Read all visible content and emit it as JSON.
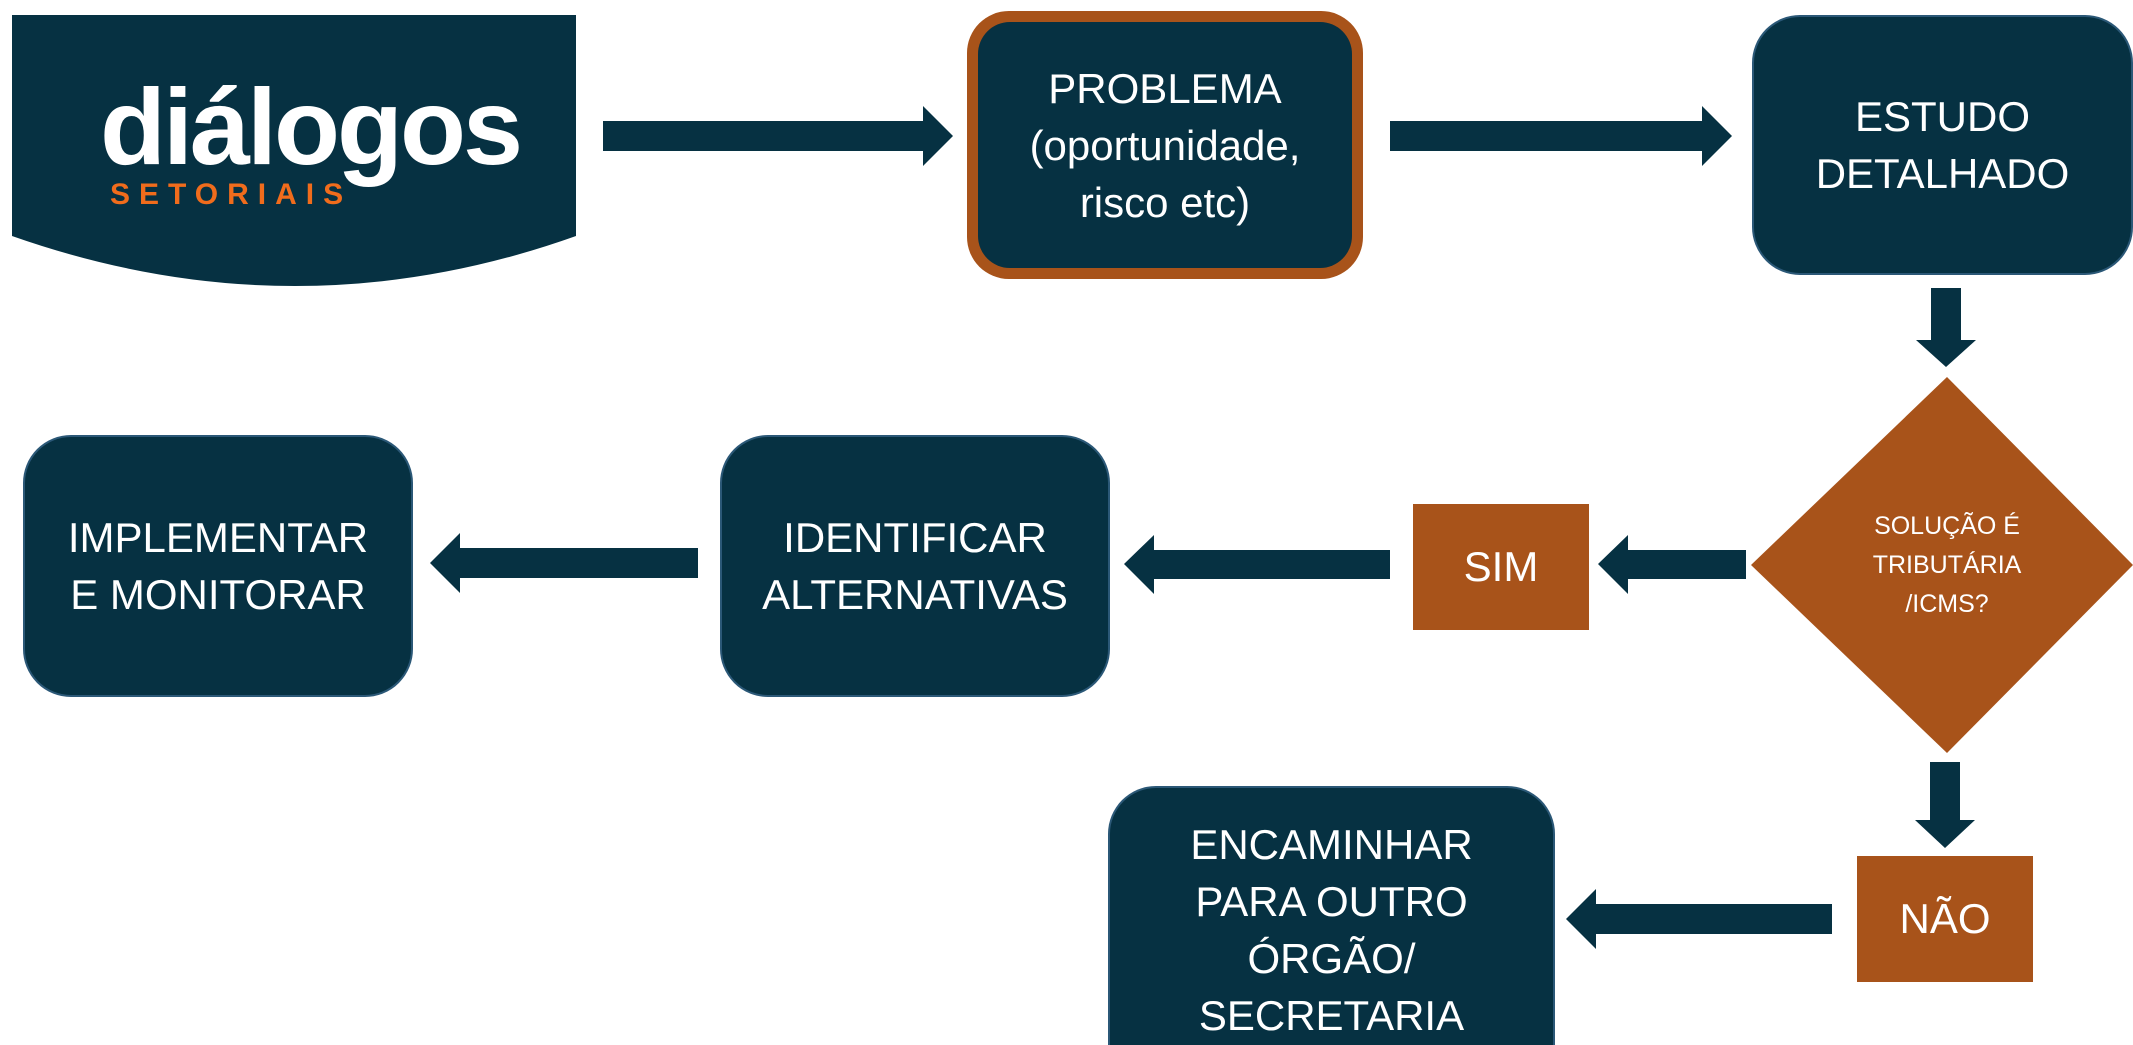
{
  "logo": {
    "word": "diálogos",
    "subtitle": "SETORIAIS"
  },
  "nodes": {
    "problem": "PROBLEMA\n(oportunidade,\nrisco etc)",
    "study": "ESTUDO\nDETALHADO",
    "decision": "SOLUÇÃO É\nTRIBUTÁRIA\n/ICMS?",
    "yes": "SIM",
    "no": "NÃO",
    "identify": "IDENTIFICAR\nALTERNATIVAS",
    "implement": "IMPLEMENTAR\nE MONITORAR",
    "forward": "ENCAMINHAR\nPARA OUTRO\nÓRGÃO/\nSECRETARIA"
  },
  "colors": {
    "dark_box": "#063142",
    "box_border": "#2b5877",
    "accent": "#a8531a",
    "logo_orange": "#f06c1c",
    "text": "#ffffff"
  }
}
